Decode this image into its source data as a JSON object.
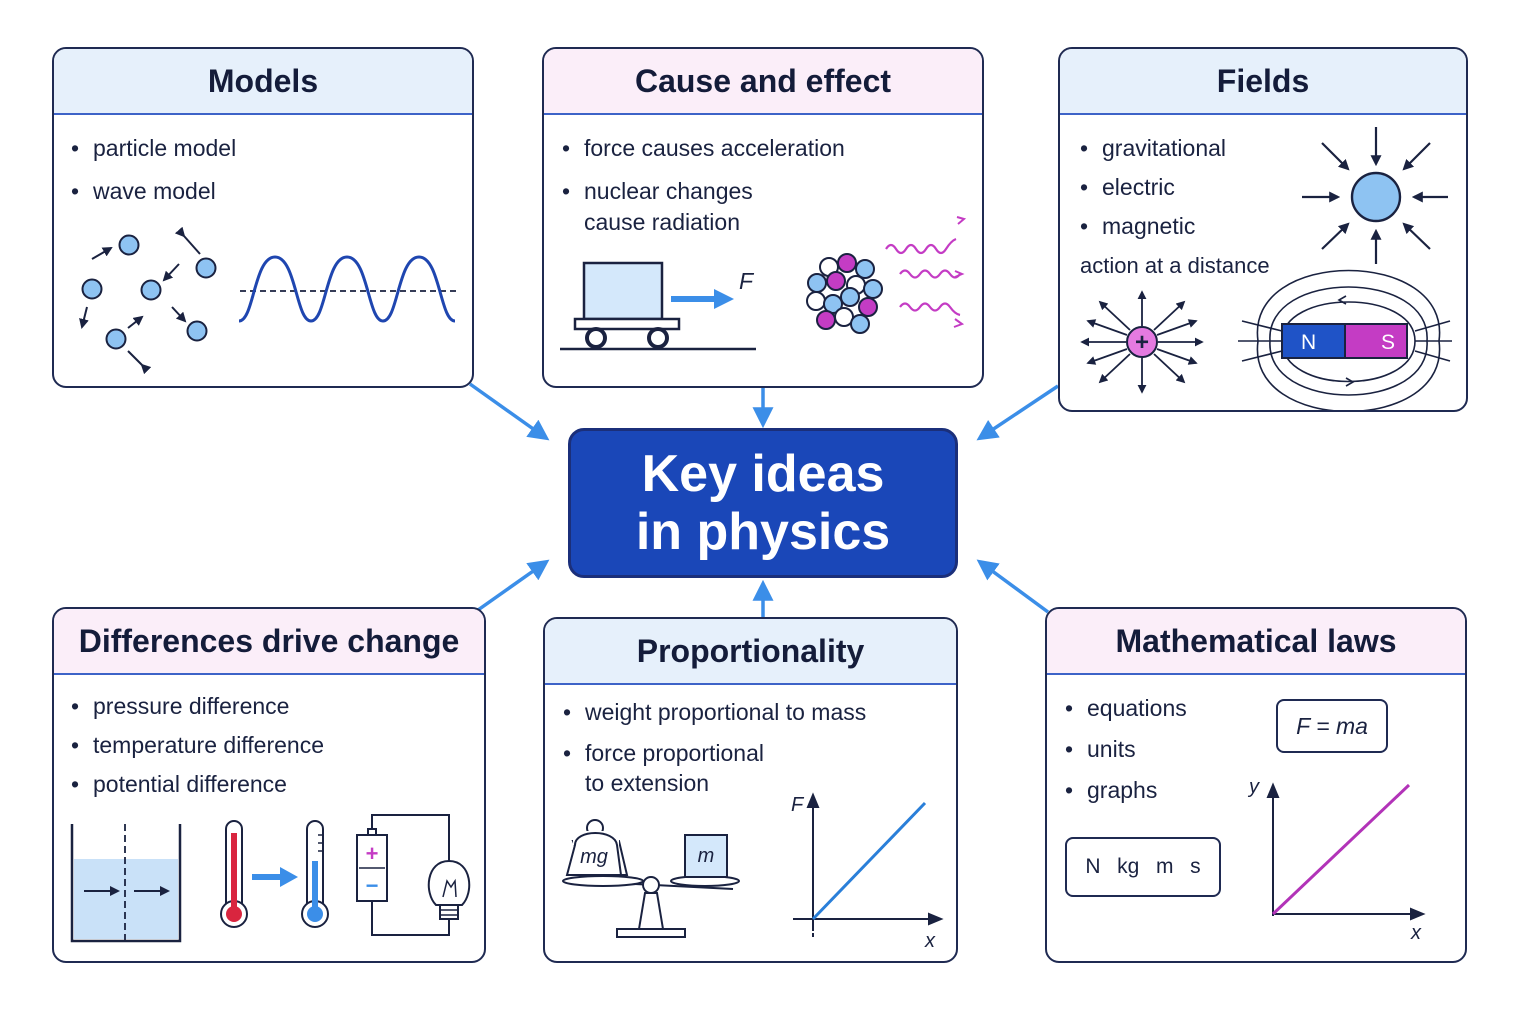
{
  "center": {
    "line1": "Key ideas",
    "line2": "in physics"
  },
  "models": {
    "title": "Models",
    "bullets": [
      "particle model",
      "wave model"
    ]
  },
  "cause": {
    "title": "Cause and effect",
    "bullets": [
      "force causes acceleration",
      "nuclear changes\ncause radiation"
    ],
    "force_label": "F"
  },
  "fields": {
    "title": "Fields",
    "bullets": [
      "gravitational",
      "electric",
      "magnetic"
    ],
    "note": "action at a distance",
    "charge_sign": "+",
    "north": "N",
    "south": "S"
  },
  "differences": {
    "title": "Differences drive change",
    "bullets": [
      "pressure difference",
      "temperature difference",
      "potential difference"
    ],
    "cell_plus": "+",
    "cell_minus": "−"
  },
  "proportionality": {
    "title": "Proportionality",
    "bullets": [
      "weight proportional to mass",
      "force proportional\nto extension"
    ],
    "weight_label": "mg",
    "mass_label": "m",
    "graph_y": "F",
    "graph_x": "x"
  },
  "mathlaws": {
    "title": "Mathematical laws",
    "bullets": [
      "equations",
      "units",
      "graphs"
    ],
    "equation": "F = ma",
    "units": [
      "N",
      "kg",
      "m",
      "s"
    ],
    "graph_y": "y",
    "graph_x": "x"
  },
  "colors": {
    "accent_blue": "#1a47b8",
    "arrow_blue": "#3b8ee8",
    "particle_blue": "#8ec3f2",
    "magenta": "#c43cc4",
    "thermo_red": "#d9253f"
  }
}
